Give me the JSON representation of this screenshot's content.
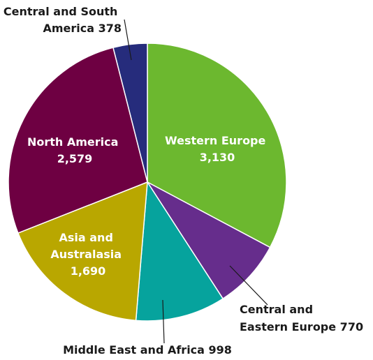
{
  "chart_data": {
    "type": "pie",
    "start_angle_deg": 0,
    "direction": "clockwise",
    "slices": [
      {
        "label": "Western Europe",
        "value": 3130,
        "value_label": "3,130",
        "color": "#6cb82f",
        "label_placement": "inside"
      },
      {
        "label": "Central and Eastern Europe",
        "value": 770,
        "value_label": "770",
        "color": "#662d8c",
        "label_placement": "outside"
      },
      {
        "label": "Middle East and Africa",
        "value": 998,
        "value_label": "998",
        "color": "#06a39d",
        "label_placement": "outside"
      },
      {
        "label": "Asia and Australasia",
        "value": 1690,
        "value_label": "1,690",
        "color": "#b9a700",
        "label_placement": "inside"
      },
      {
        "label": "North America",
        "value": 2579,
        "value_label": "2,579",
        "color": "#6e0042",
        "label_placement": "inside"
      },
      {
        "label": "Central and South America",
        "value": 378,
        "value_label": "378",
        "color": "#262c7c",
        "label_placement": "outside"
      }
    ],
    "legend": "none"
  },
  "label_lines": {
    "western_europe": [
      "Western Europe",
      "3,130"
    ],
    "central_eastern_europe": [
      "Central and",
      "Eastern Europe 770"
    ],
    "middle_east_africa": [
      "Middle East and Africa 998"
    ],
    "asia_australasia": [
      "Asia and",
      "Australasia",
      "1,690"
    ],
    "north_america": [
      "North America",
      "2,579"
    ],
    "central_south_america": [
      "Central and South",
      "America 378"
    ]
  }
}
